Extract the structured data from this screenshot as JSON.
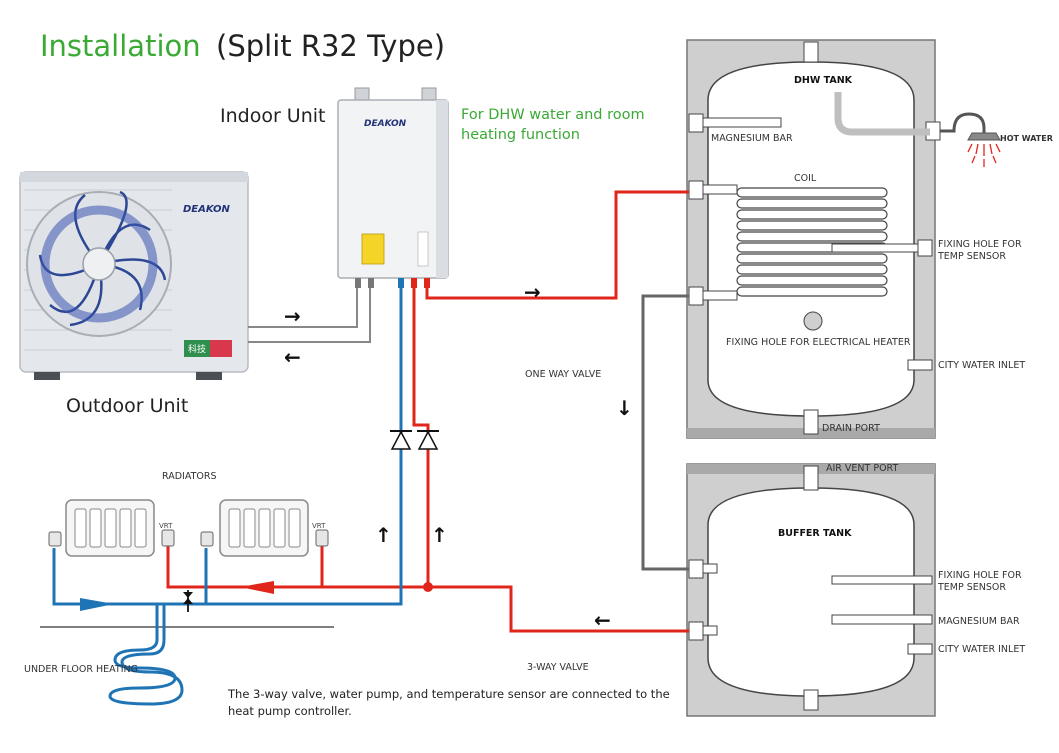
{
  "title": {
    "main": "Installation",
    "sub": "(Split R32 Type)",
    "main_color": "#3aaa35",
    "sub_color": "#222222"
  },
  "units": {
    "indoor_label": "Indoor Unit",
    "outdoor_label": "Outdoor Unit",
    "brand": "DEAKON",
    "outdoor_badge": "科技"
  },
  "notes": {
    "function_line1": "For DHW water and room",
    "function_line2": "heating function",
    "function_color": "#3aaa35",
    "footnote_line1": "The 3-way valve, water pump, and temperature sensor are connected to the",
    "footnote_line2": "heat pump controller."
  },
  "dhw_tank": {
    "title": "DHW TANK",
    "magnesium_bar": "MAGNESIUM BAR",
    "coil": "COIL",
    "fixing_hole_line1": "FIXING HOLE FOR",
    "fixing_hole_line2": "TEMP SENSOR",
    "electrical_heater": "FIXING HOLE FOR ELECTRICAL HEATER",
    "city_water_inlet": "CITY WATER INLET",
    "drain_port": "DRAIN PORT",
    "hot_water": "HOT WATER"
  },
  "buffer_tank": {
    "title": "BUFFER TANK",
    "air_vent_port": "AIR VENT PORT",
    "fixing_hole_line1": "FIXING HOLE FOR",
    "fixing_hole_line2": "TEMP SENSOR",
    "magnesium_bar": "MAGNESIUM BAR",
    "city_water_inlet": "CITY WATER INLET"
  },
  "valves": {
    "one_way": "ONE WAY VALVE",
    "three_way": "3-WAY VALVE"
  },
  "heating": {
    "radiators": "RADIATORS",
    "underfloor": "UNDER FLOOR HEATING",
    "vrt": "VRT"
  },
  "arrows": {
    "right": "→",
    "left": "←",
    "up": "↑",
    "down": "↓"
  },
  "colors": {
    "hot_pipe": "#e0251b",
    "cold_pipe": "#1f74b6",
    "refrigerant_pipe": "#888888",
    "tank_shell": "#cfcfcf",
    "fan_blue": "#3a55b0"
  }
}
